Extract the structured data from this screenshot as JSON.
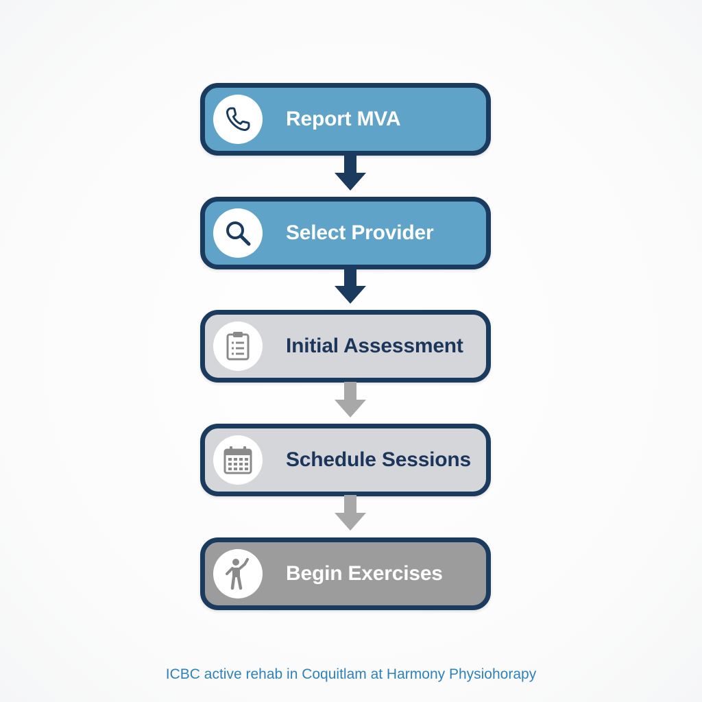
{
  "colors": {
    "border": "#1a3a5e",
    "active_fill": "#5fa3c8",
    "pending_fill": "#d4d6d9",
    "final_fill": "#9c9c9c",
    "active_arrow": "#1a3a5e",
    "pending_arrow": "#a8a8a8",
    "caption": "#2f82b8"
  },
  "steps": [
    {
      "label": "Report MVA",
      "icon": "phone-icon",
      "status": "active"
    },
    {
      "label": "Select Provider",
      "icon": "magnifier-icon",
      "status": "active"
    },
    {
      "label": "Initial Assessment",
      "icon": "clipboard-icon",
      "status": "pending"
    },
    {
      "label": "Schedule Sessions",
      "icon": "calendar-icon",
      "status": "pending"
    },
    {
      "label": "Begin Exercises",
      "icon": "exercise-figure-icon",
      "status": "final"
    }
  ],
  "caption": "ICBC active rehab in Coquitlam at Harmony Physiohorapy"
}
